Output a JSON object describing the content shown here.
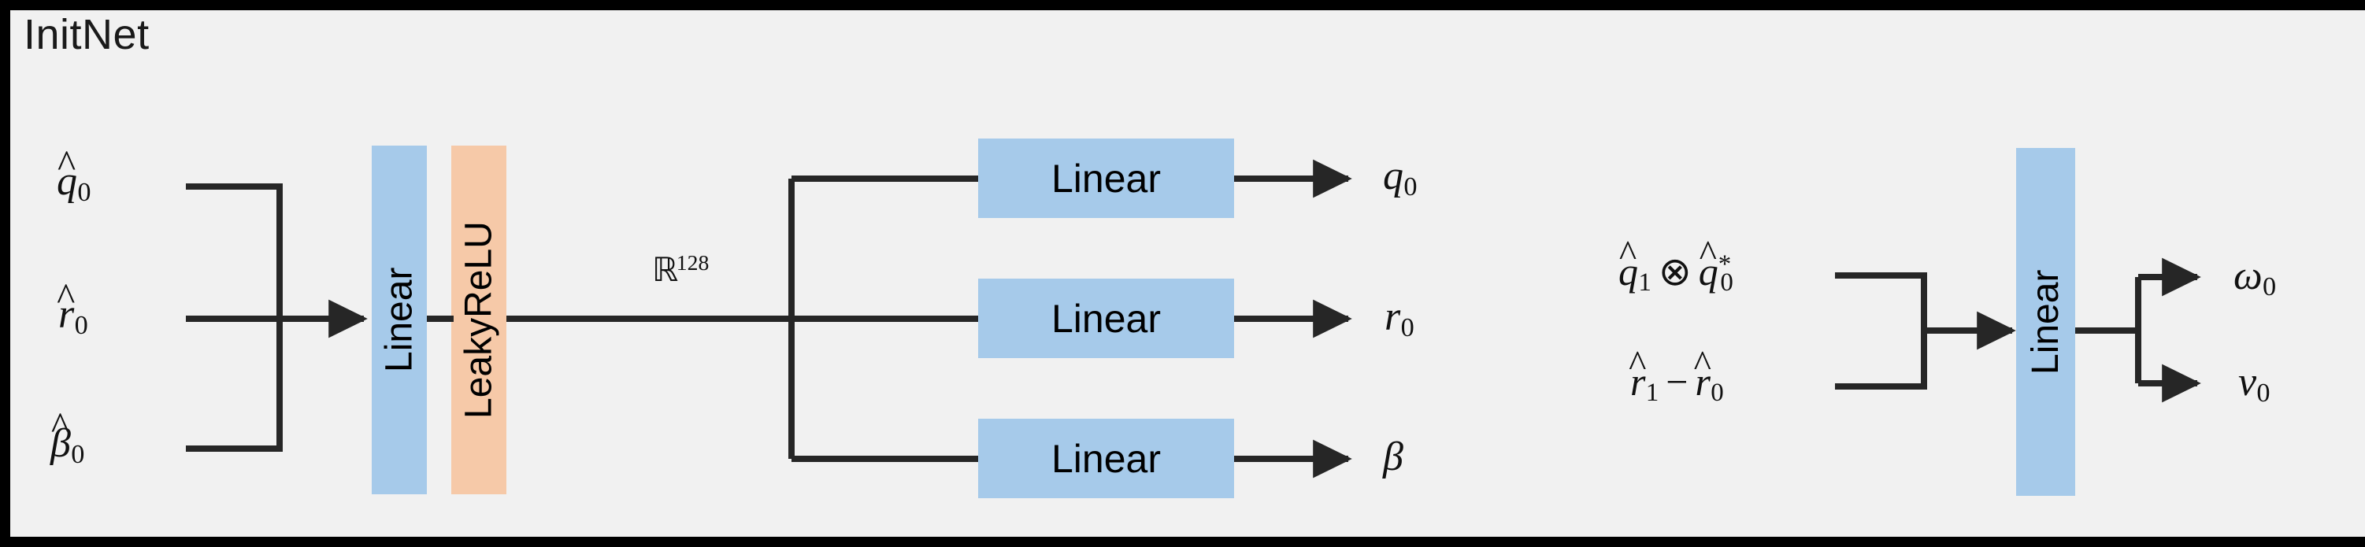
{
  "panel": {
    "title": "InitNet",
    "background_color": "#f1f1f1",
    "border_color": "#000000"
  },
  "colors": {
    "linear_block": "#a6caea",
    "activation_block": "#f6c9a8",
    "line": "#262626",
    "text": "#111111"
  },
  "left_branch": {
    "inputs": [
      {
        "name": "q-hat-0",
        "base": "q",
        "hat": "̂",
        "sub": "0"
      },
      {
        "name": "r-hat-0",
        "base": "r",
        "hat": "̂",
        "sub": "0"
      },
      {
        "name": "beta-hat-0",
        "base": "β",
        "hat": "̂",
        "sub": "0"
      }
    ],
    "input_texts": [
      "q̂0",
      "r̂0",
      "β̂0"
    ],
    "trunk_blocks": [
      {
        "label": "Linear",
        "type": "linear",
        "orientation": "vertical"
      },
      {
        "label": "LeakyReLU",
        "type": "activation",
        "orientation": "vertical"
      }
    ],
    "feature_dim_label": {
      "symbol": "ℝ",
      "exponent": "128"
    },
    "head_blocks": [
      {
        "label": "Linear",
        "type": "linear",
        "orientation": "horizontal"
      },
      {
        "label": "Linear",
        "type": "linear",
        "orientation": "horizontal"
      },
      {
        "label": "Linear",
        "type": "linear",
        "orientation": "horizontal"
      }
    ],
    "outputs": [
      {
        "name": "q-0",
        "base": "q",
        "sub": "0"
      },
      {
        "name": "r-0",
        "base": "r",
        "sub": "0"
      },
      {
        "name": "beta",
        "base": "β",
        "sub": ""
      }
    ],
    "output_texts": [
      "q0",
      "r0",
      "β"
    ]
  },
  "right_branch": {
    "inputs": [
      {
        "name": "q-hat-1-otimes-q-hat-0-conj",
        "text": "q̂1 ⊗ q̂*0"
      },
      {
        "name": "r-hat-1-minus-r-hat-0",
        "text": "r̂1 − r̂0"
      }
    ],
    "block": {
      "label": "Linear",
      "type": "linear",
      "orientation": "vertical"
    },
    "outputs": [
      {
        "name": "omega-0",
        "base": "ω",
        "sub": "0"
      },
      {
        "name": "v-0",
        "base": "v",
        "sub": "0"
      }
    ],
    "output_texts": [
      "ω0",
      "v0"
    ]
  }
}
